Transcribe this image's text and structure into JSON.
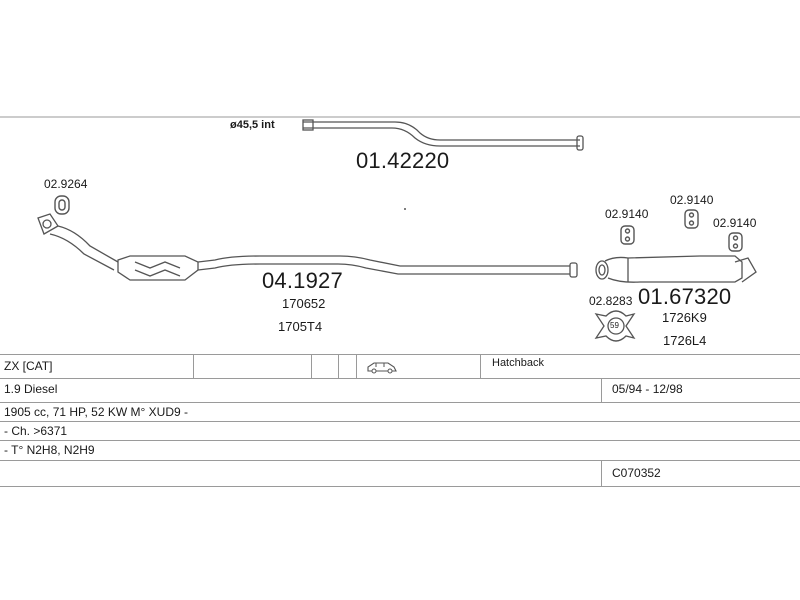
{
  "parts": {
    "pipe_front": {
      "number": "01.42220",
      "spec": "ø45,5  int"
    },
    "catalyst": {
      "number": "04.1927",
      "refs": [
        "170652",
        "1705T4"
      ]
    },
    "gasket": {
      "number": "02.9264"
    },
    "rear_silencer": {
      "number": "01.67320",
      "refs": [
        "1726K9",
        "1726L4"
      ]
    },
    "hangers": [
      {
        "number": "02.9140"
      },
      {
        "number": "02.9140"
      },
      {
        "number": "02.9140"
      }
    ],
    "clamp": {
      "number": "02.8283",
      "size": "59"
    }
  },
  "vehicle": {
    "model": "ZX  [CAT]",
    "body": "Hatchback",
    "engine": "1.9 Diesel",
    "years": "05/94 - 12/98",
    "spec": "1905 cc, 71 HP, 52 KW M° XUD9 -",
    "chassis": "- Ch. >6371",
    "type": "- T° N2H8, N2H9",
    "code": "C070352"
  },
  "colors": {
    "line": "#555555",
    "grid": "#9a9a9a"
  },
  "icons": {
    "car": "car-icon"
  }
}
